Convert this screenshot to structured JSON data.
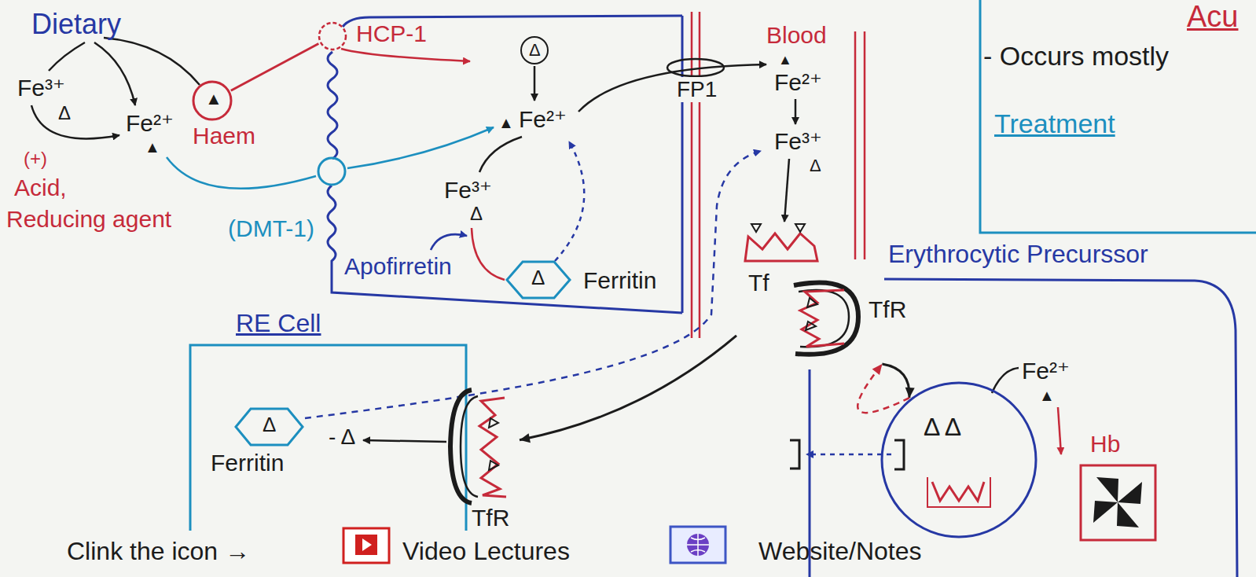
{
  "diagram": {
    "nodes": [
      {
        "text": [
          "HCP-1"
        ]
      },
      {
        "text": [
          "▲",
          "Haem"
        ]
      },
      {
        "text": [
          "(DMT-1)"
        ]
      },
      {
        "text": [
          "FP1"
        ]
      },
      {
        "text": [
          "Acu",
          "- Occurs mostly",
          "Treatment"
        ]
      },
      {
        "text": [
          "Δ",
          "Ferritin"
        ]
      },
      {
        "text": [
          "Tf",
          "TfR"
        ]
      },
      {
        "text": [
          "Erythrocytic Precurssor"
        ]
      },
      {
        "text": [
          "Δ Δ"
        ],
        "in": 7
      },
      {
        "text": [
          "Hb"
        ],
        "in": 7
      },
      {
        "text": [
          "RE Cell"
        ]
      },
      {
        "text": [
          "Δ",
          "Ferritin"
        ],
        "in": 10
      },
      {
        "text": [
          "TfR"
        ]
      }
    ],
    "edges": [
      {
        "from": 1,
        "to": 0,
        "arrow": "none"
      },
      {
        "from": 6,
        "to": 12,
        "arrow": "to"
      },
      {
        "from": 6,
        "to": 8,
        "arrow": "to"
      },
      {
        "from": 8,
        "to": 6,
        "arrow": "to"
      }
    ],
    "labels": [
      "Dietary",
      "Fe³⁺",
      "Δ",
      "Fe²⁺",
      "▲",
      "(+)",
      "Acid,",
      "Reducing agent",
      "Δ",
      "▲",
      "Fe²⁺",
      "Fe³⁺",
      "Δ",
      "Apofirretin",
      "Blood",
      "▲",
      "Fe²⁺",
      "Fe³⁺",
      "Δ",
      "- Δ",
      "Fe²⁺",
      "▲",
      "Clink the icon →",
      "Video Lectures",
      "Website/Notes"
    ]
  }
}
